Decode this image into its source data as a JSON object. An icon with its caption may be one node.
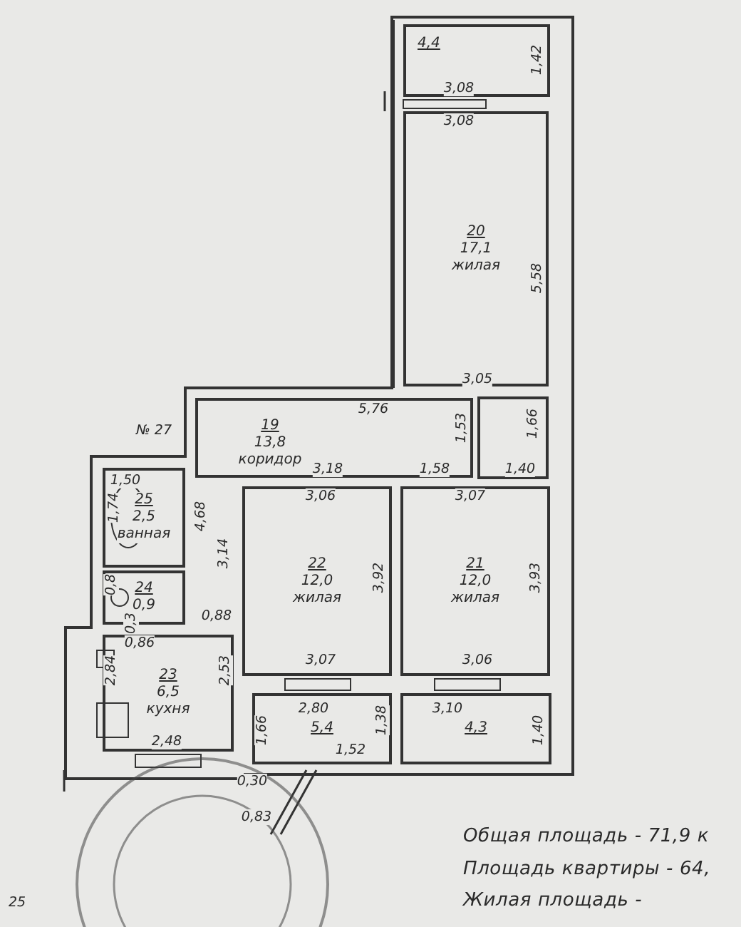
{
  "diagram": {
    "nodes": [
      {
        "text": [
          "4,4"
        ]
      },
      {
        "text": [
          "20",
          "17,1",
          "жилая"
        ]
      },
      {
        "text": [
          "19",
          "13,8",
          "коридор"
        ]
      },
      {
        "text": [],
        "shape": "box"
      },
      {
        "text": [
          "25",
          "2,5",
          "ванная"
        ]
      },
      {
        "text": [
          "24",
          "0,9"
        ]
      },
      {
        "text": [
          "22",
          "12,0",
          "жилая"
        ]
      },
      {
        "text": [
          "21",
          "12,0",
          "жилая"
        ]
      },
      {
        "text": [
          "23",
          "6,5",
          "кухня"
        ]
      },
      {
        "text": [
          "5,4"
        ]
      },
      {
        "text": [
          "4,3"
        ]
      }
    ],
    "edges": [],
    "labels": [
      "3,08",
      "3,08",
      "1,42",
      "5,58",
      "3,05",
      "№ 27",
      "5,76",
      "1,53",
      "1,66",
      "1,50",
      "3,18",
      "1,58",
      "1,40",
      "1,74",
      "3,06",
      "3,07",
      "4,68",
      "3,14",
      "0,8",
      "3,92",
      "3,93",
      "0,88",
      "0,3",
      "0,86",
      "3,07",
      "3,06",
      "2,84",
      "2,53",
      "2,80",
      "3,10",
      "1,66",
      "1,38",
      "1,40",
      "1,52",
      "2,48",
      "0,30",
      "0,83",
      "25",
      "Общая площадь - 71,9 к",
      "Площадь квартиры - 64,",
      "Жилая площадь -"
    ]
  }
}
